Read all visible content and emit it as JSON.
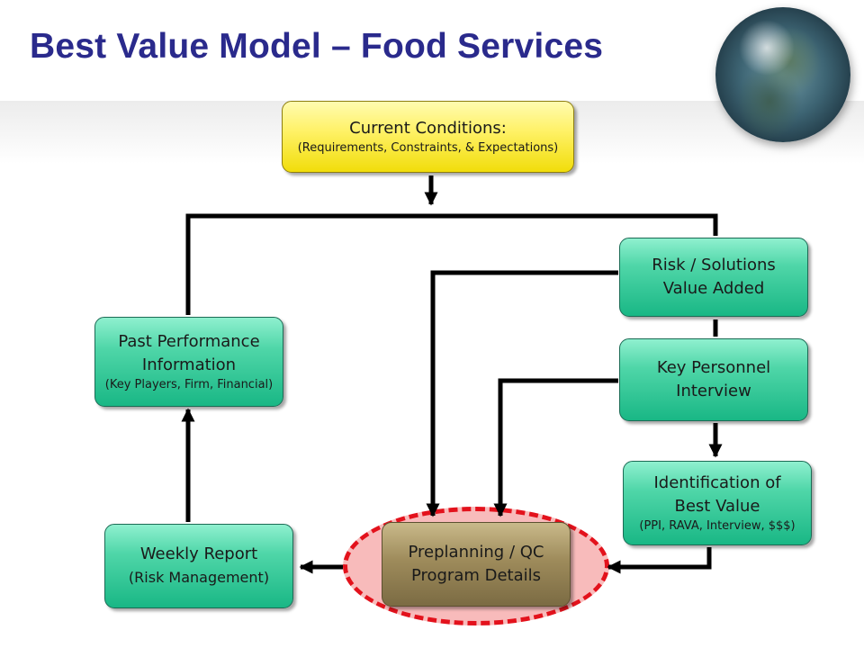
{
  "title": "Best Value Model – Food Services",
  "nodes": {
    "current_conditions": {
      "line1": "Current Conditions:",
      "line2": "(Requirements, Constraints, & Expectations)"
    },
    "risk_solutions": {
      "line1": "Risk / Solutions",
      "line2": "Value Added"
    },
    "key_personnel": {
      "line1": "Key Personnel",
      "line2": "Interview"
    },
    "identification": {
      "line1": "Identification of",
      "line2": "Best Value",
      "line3": "(PPI, RAVA, Interview, $$$)"
    },
    "preplanning": {
      "line1": "Preplanning / QC",
      "line2": "Program Details"
    },
    "weekly_report": {
      "line1": "Weekly Report",
      "line2": "(Risk Management)"
    },
    "past_performance": {
      "line1": "Past Performance",
      "line2": "Information",
      "line3": "(Key Players, Firm, Financial)"
    }
  },
  "colors": {
    "title": "#2a2a8c",
    "node_green": "#2bc493",
    "node_yellow": "#f7ea2b",
    "node_gold": "#9e8b5b",
    "highlight_dash": "#e3121c"
  },
  "icons": {
    "globe": "globe-icon"
  }
}
